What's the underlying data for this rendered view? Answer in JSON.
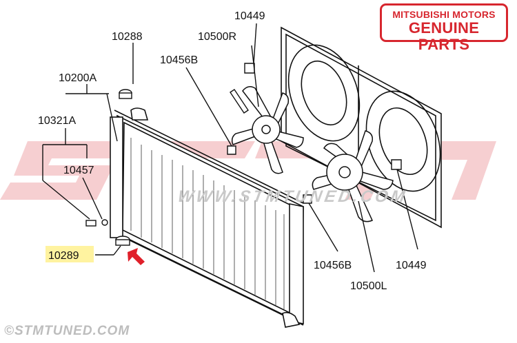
{
  "brand": {
    "top": "MITSUBISHI MOTORS",
    "bottom": "GENUINE PARTS",
    "color": "#d7262e"
  },
  "watermark": {
    "url": "WWW.STMTUNED.COM",
    "copyright": "©STMTUNED.COM"
  },
  "highlight_color": "#fff3a0",
  "arrow_color": "#e0202a",
  "parts": {
    "p10288": "10288",
    "p10200A": "10200A",
    "p10321A": "10321A",
    "p10457": "10457",
    "p10289": "10289",
    "p10449_top": "10449",
    "p10500R": "10500R",
    "p10456B_top": "10456B",
    "p10456B_bottom": "10456B",
    "p10449_bottom": "10449",
    "p10500L": "10500L"
  }
}
